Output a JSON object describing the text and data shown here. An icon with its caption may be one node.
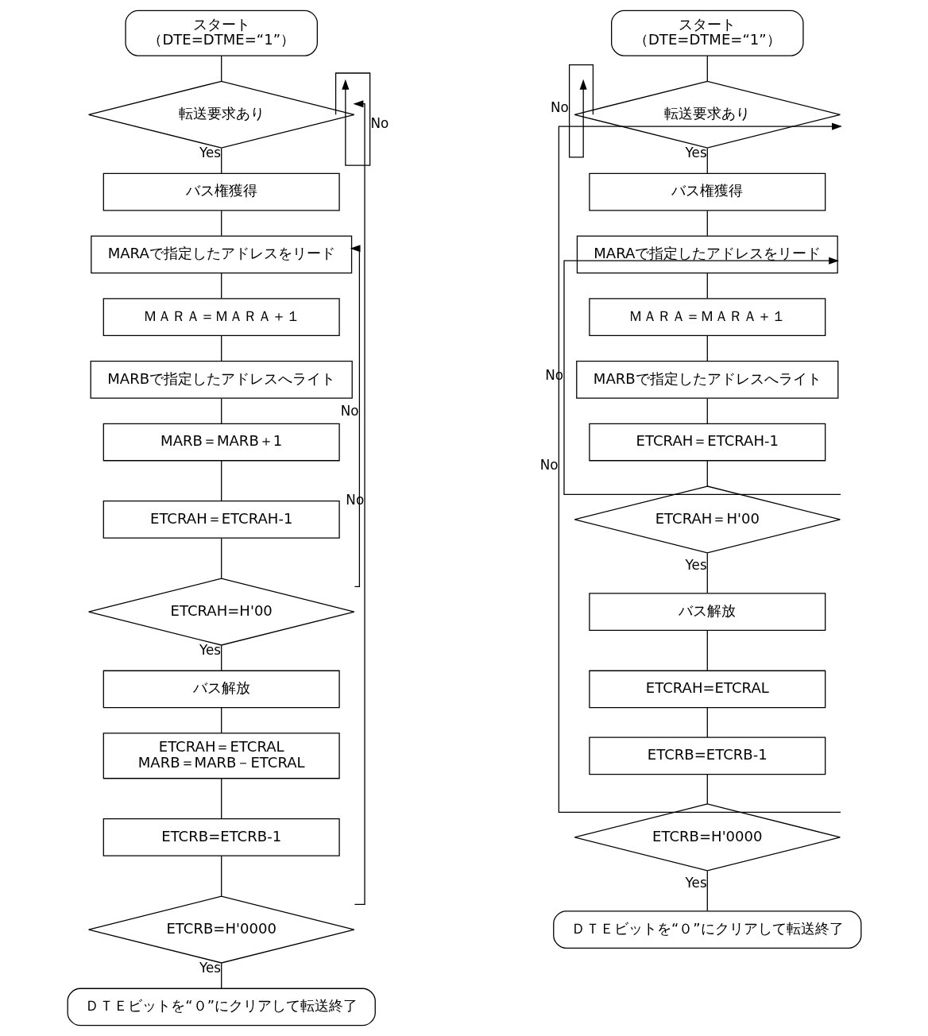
{
  "diagram": {
    "nodes": [
      {
        "text": [
          "スタート",
          "（DTE=DTME=“1”）"
        ]
      },
      {
        "text": [
          "転送要求あり"
        ]
      },
      {
        "text": [
          "バス権獲得"
        ]
      },
      {
        "text": [
          "MARAで指定したアドレスをリード"
        ]
      },
      {
        "text": [
          "ＭＡＲＡ＝ＭＡＲＡ＋１"
        ]
      },
      {
        "text": [
          "MARBで指定したアドレスへライト"
        ]
      },
      {
        "text": [
          "MARB＝MARB＋1"
        ]
      },
      {
        "text": [
          "ETCRAH＝ETCRAH-1"
        ]
      },
      {
        "text": [
          "ETCRAH=H'00"
        ]
      },
      {
        "text": [
          "バス解放"
        ]
      },
      {
        "text": [
          "ETCRAH＝ETCRAL",
          "MARB＝MARB－ETCRAL"
        ]
      },
      {
        "text": [
          "ETCRB=ETCRB-1"
        ]
      },
      {
        "text": [
          "ETCRB=H'0000"
        ]
      },
      {
        "text": [
          "ＤＴＥビットを“０”にクリアして転送終了"
        ]
      },
      {
        "text": [
          "スタート",
          "（DTE=DTME=“1”）"
        ]
      },
      {
        "text": [
          "転送要求あり"
        ]
      },
      {
        "text": [
          "バス権獲得"
        ]
      },
      {
        "text": [
          "MARAで指定したアドレスをリード"
        ]
      },
      {
        "text": [
          "ＭＡＲＡ＝ＭＡＲＡ＋１"
        ]
      },
      {
        "text": [
          "MARBで指定したアドレスへライト"
        ]
      },
      {
        "text": [
          "ETCRAH＝ETCRAH-1"
        ]
      },
      {
        "text": [
          "ETCRAH＝H'00"
        ]
      },
      {
        "text": [
          "バス解放"
        ]
      },
      {
        "text": [
          "ETCRAH=ETCRAL"
        ]
      },
      {
        "text": [
          "ETCRB=ETCRB-1"
        ]
      },
      {
        "text": [
          "ETCRB=H'0000"
        ]
      },
      {
        "text": [
          "ＤＴＥビットを“０”にクリアして転送終了"
        ]
      }
    ],
    "edges": [
      {
        "from": 0,
        "to": 1,
        "arrow": "none"
      },
      {
        "from": 1,
        "to": 1,
        "arrow": "to",
        "label": "No"
      },
      {
        "from": 1,
        "to": 2,
        "arrow": "none",
        "label": "Yes"
      },
      {
        "from": 2,
        "to": 3,
        "arrow": "none"
      },
      {
        "from": 3,
        "to": 4,
        "arrow": "none"
      },
      {
        "from": 4,
        "to": 5,
        "arrow": "none"
      },
      {
        "from": 5,
        "to": 6,
        "arrow": "none"
      },
      {
        "from": 6,
        "to": 7,
        "arrow": "none"
      },
      {
        "from": 7,
        "to": 8,
        "arrow": "none"
      },
      {
        "from": 8,
        "to": 3,
        "arrow": "to",
        "label": "No"
      },
      {
        "from": 8,
        "to": 9,
        "arrow": "none",
        "label": "Yes"
      },
      {
        "from": 9,
        "to": 10,
        "arrow": "none"
      },
      {
        "from": 10,
        "to": 11,
        "arrow": "none"
      },
      {
        "from": 11,
        "to": 12,
        "arrow": "none"
      },
      {
        "from": 12,
        "to": 1,
        "arrow": "to",
        "label": "No"
      },
      {
        "from": 12,
        "to": 13,
        "arrow": "none",
        "label": "Yes"
      },
      {
        "from": 14,
        "to": 15,
        "arrow": "none"
      },
      {
        "from": 15,
        "to": 15,
        "arrow": "to",
        "label": "No"
      },
      {
        "from": 15,
        "to": 16,
        "arrow": "none",
        "label": "Yes"
      },
      {
        "from": 16,
        "to": 17,
        "arrow": "none"
      },
      {
        "from": 17,
        "to": 18,
        "arrow": "none"
      },
      {
        "from": 18,
        "to": 19,
        "arrow": "none"
      },
      {
        "from": 19,
        "to": 20,
        "arrow": "none"
      },
      {
        "from": 20,
        "to": 21,
        "arrow": "none"
      },
      {
        "from": 21,
        "to": 17,
        "arrow": "to",
        "label": "No"
      },
      {
        "from": 21,
        "to": 22,
        "arrow": "none",
        "label": "Yes"
      },
      {
        "from": 22,
        "to": 23,
        "arrow": "none"
      },
      {
        "from": 23,
        "to": 24,
        "arrow": "none"
      },
      {
        "from": 24,
        "to": 25,
        "arrow": "none"
      },
      {
        "from": 25,
        "to": 15,
        "arrow": "to",
        "label": "No"
      },
      {
        "from": 25,
        "to": 26,
        "arrow": "none",
        "label": "Yes"
      }
    ]
  }
}
